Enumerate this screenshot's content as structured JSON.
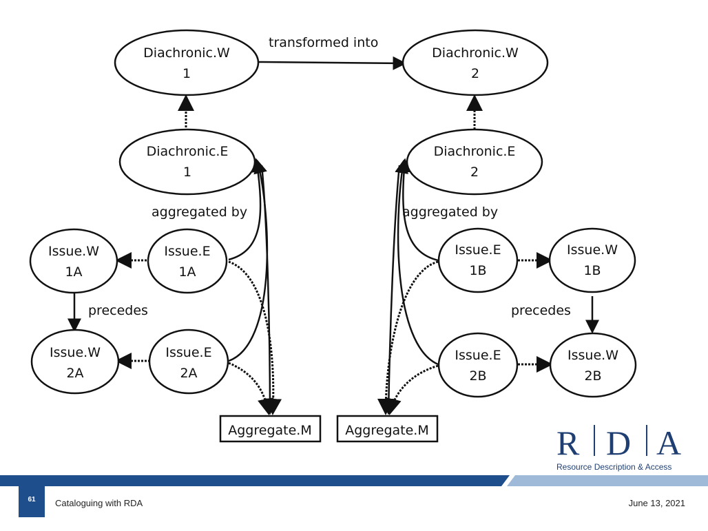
{
  "nodes": {
    "dw1": [
      "Diachronic.W",
      "1"
    ],
    "dw2": [
      "Diachronic.W",
      "2"
    ],
    "de1": [
      "Diachronic.E",
      "1"
    ],
    "de2": [
      "Diachronic.E",
      "2"
    ],
    "iw1a": [
      "Issue.W",
      "1A"
    ],
    "ie1a": [
      "Issue.E",
      "1A"
    ],
    "iw2a": [
      "Issue.W",
      "2A"
    ],
    "ie2a": [
      "Issue.E",
      "2A"
    ],
    "ie1b": [
      "Issue.E",
      "1B"
    ],
    "iw1b": [
      "Issue.W",
      "1B"
    ],
    "ie2b": [
      "Issue.E",
      "2B"
    ],
    "iw2b": [
      "Issue.W",
      "2B"
    ],
    "am_left": "Aggregate.M",
    "am_right": "Aggregate.M"
  },
  "edge_labels": {
    "transformed_into": "transformed into",
    "aggregated_by_left": "aggregated by",
    "aggregated_by_right": "aggregated by",
    "precedes_left": "precedes",
    "precedes_right": "precedes"
  },
  "logo": {
    "letters": [
      "R",
      "D",
      "A"
    ],
    "subtitle": "Resource Description & Access"
  },
  "footer": {
    "slide_number": "61",
    "title": "Cataloguing with RDA",
    "date": "June 13, 2021"
  },
  "colors": {
    "brand": "#1f3f73",
    "band": "#1f4e8c"
  }
}
